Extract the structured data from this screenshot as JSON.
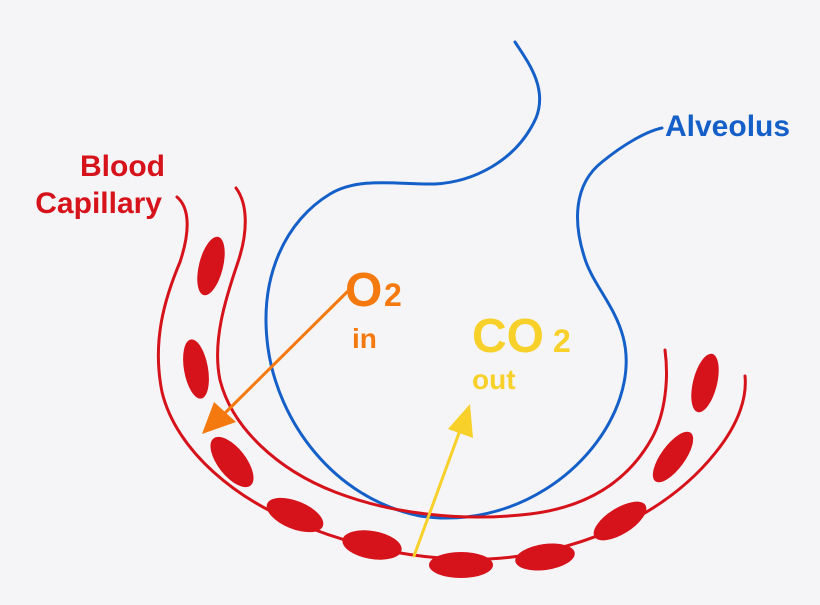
{
  "labels": {
    "blood_line1": "Blood",
    "blood_line2": "Capillary",
    "alveolus": "Alveolus",
    "o2_symbol": "O",
    "o2_sub": "2",
    "o2_dir": "in",
    "co2_symbol": "CO",
    "co2_sub": "2",
    "co2_dir": "out"
  },
  "colors": {
    "capillary": "#d6121b",
    "alveolus": "#1560c8",
    "o2": "#f47a10",
    "co2": "#f7d02a",
    "background": "#f5f5f7"
  }
}
